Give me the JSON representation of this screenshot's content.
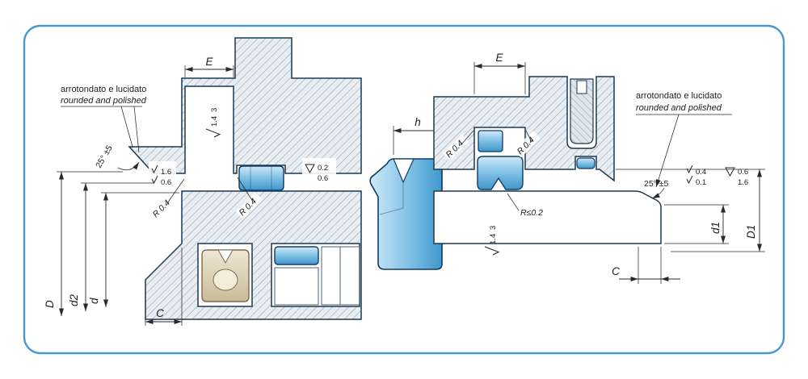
{
  "colors": {
    "border": "#4a97cf",
    "seal": "#5aa5d8",
    "seal_dark": "#123a66",
    "wiper": "#ddd2b8",
    "hatch_fill": "#e8edf2"
  },
  "left": {
    "note_line1": "arrotondato  e lucidato",
    "note_line2": "rounded and polished",
    "dim_e": "E",
    "groove_finish_a": "1.4",
    "groove_finish_b": "3",
    "angle_label": "25° ±5",
    "finish_chamfer_top": "1.6",
    "finish_chamfer_bottom": "0.6",
    "finish_bore_top": "0.2",
    "finish_bore_bottom": "0.6",
    "radius_left": "R 0.4",
    "radius_right": "R 0.4",
    "dim_D": "D",
    "dim_d2": "d2",
    "dim_d": "d",
    "dim_C": "C"
  },
  "profile": {
    "dim_h": "h"
  },
  "right": {
    "dim_e": "E",
    "radius_left": "R 0.4",
    "radius_right": "R 0.4",
    "note_line1": "arrotondato e lucidato",
    "note_line2": "rounded and polished",
    "angle_label": "25° ±5",
    "finish_rod_top": "0.4",
    "finish_rod_bottom": "0.1",
    "finish_face_top": "0.6",
    "finish_face_bottom": "1.6",
    "radius_lip": "R≤0.2",
    "groove_finish_a": "1.4",
    "groove_finish_b": "3",
    "dim_d1": "d1",
    "dim_D1": "D1",
    "dim_C": "C"
  }
}
